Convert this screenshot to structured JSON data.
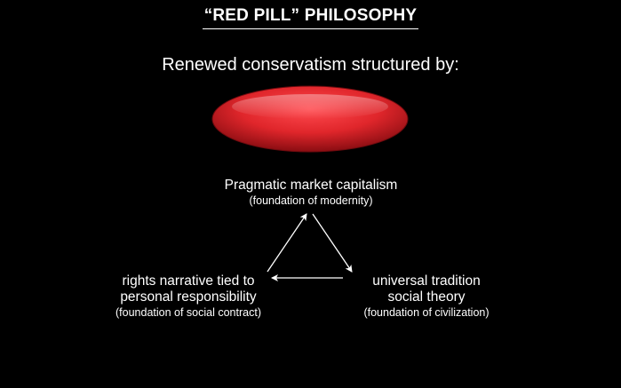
{
  "slide": {
    "title": "“RED PILL” PHILOSOPHY",
    "subtitle": "Renewed conservatism structured by:"
  },
  "colors": {
    "background": "#000000",
    "text": "#ffffff",
    "pill": "#e0262b"
  },
  "nodes": {
    "top": {
      "main": "Pragmatic market capitalism",
      "sub": "(foundation of modernity)"
    },
    "left": {
      "line1": "rights narrative tied to",
      "line2": "personal responsibility",
      "sub": "(foundation of social contract)"
    },
    "right": {
      "line1": "universal tradition",
      "line2": "social theory",
      "sub": "(foundation of civilization)"
    }
  }
}
